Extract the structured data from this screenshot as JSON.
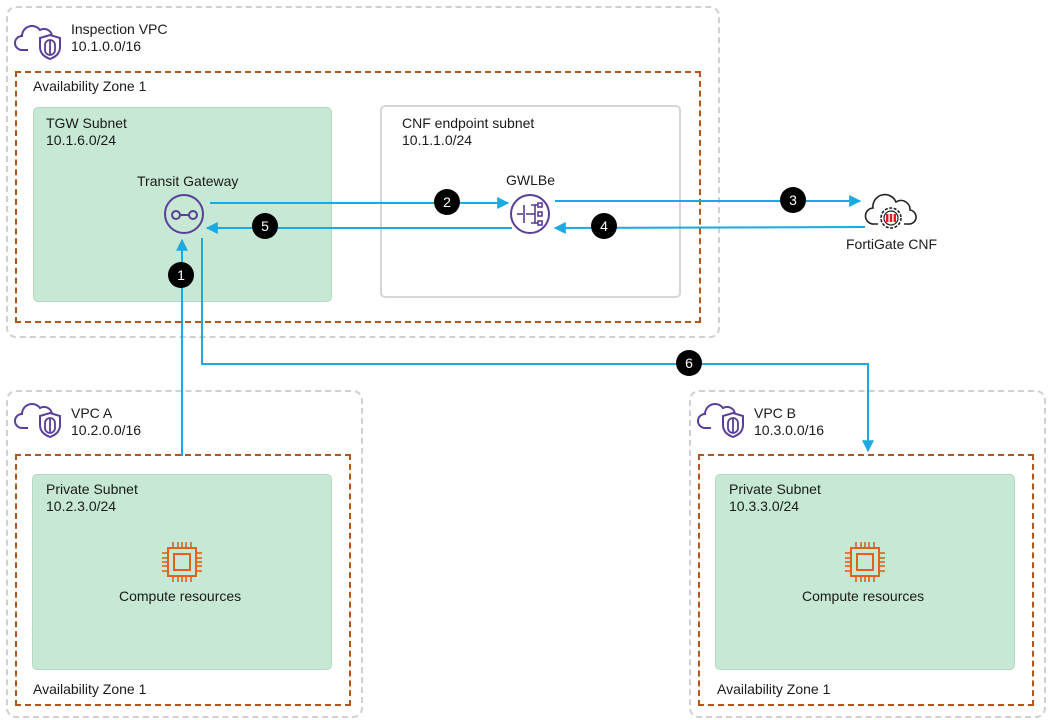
{
  "inspection_vpc": {
    "name": "Inspection VPC",
    "cidr": "10.1.0.0/16",
    "az_label": "Availability Zone 1"
  },
  "tgw_subnet": {
    "name": "TGW Subnet",
    "cidr": "10.1.6.0/24",
    "component": "Transit Gateway"
  },
  "cnf_subnet": {
    "name": "CNF endpoint subnet",
    "cidr": "10.1.1.0/24",
    "component": "GWLBe"
  },
  "fortigate": {
    "name": "FortiGate CNF"
  },
  "vpc_a": {
    "name": "VPC A",
    "cidr": "10.2.0.0/16",
    "subnet_name": "Private Subnet",
    "subnet_cidr": "10.2.3.0/24",
    "component": "Compute resources",
    "az_label": "Availability Zone 1"
  },
  "vpc_b": {
    "name": "VPC B",
    "cidr": "10.3.0.0/16",
    "subnet_name": "Private Subnet",
    "subnet_cidr": "10.3.3.0/24",
    "component": "Compute resources",
    "az_label": "Availability Zone 1"
  },
  "steps": [
    "1",
    "2",
    "3",
    "4",
    "5",
    "6"
  ],
  "colors": {
    "flow": "#1ba9e1",
    "vpc_icon": "#5a3e99",
    "az_border": "#b5561a",
    "subnet_fill": "#c6e8d4",
    "compute_icon": "#e0621d",
    "fortigate_red": "#d92020"
  }
}
